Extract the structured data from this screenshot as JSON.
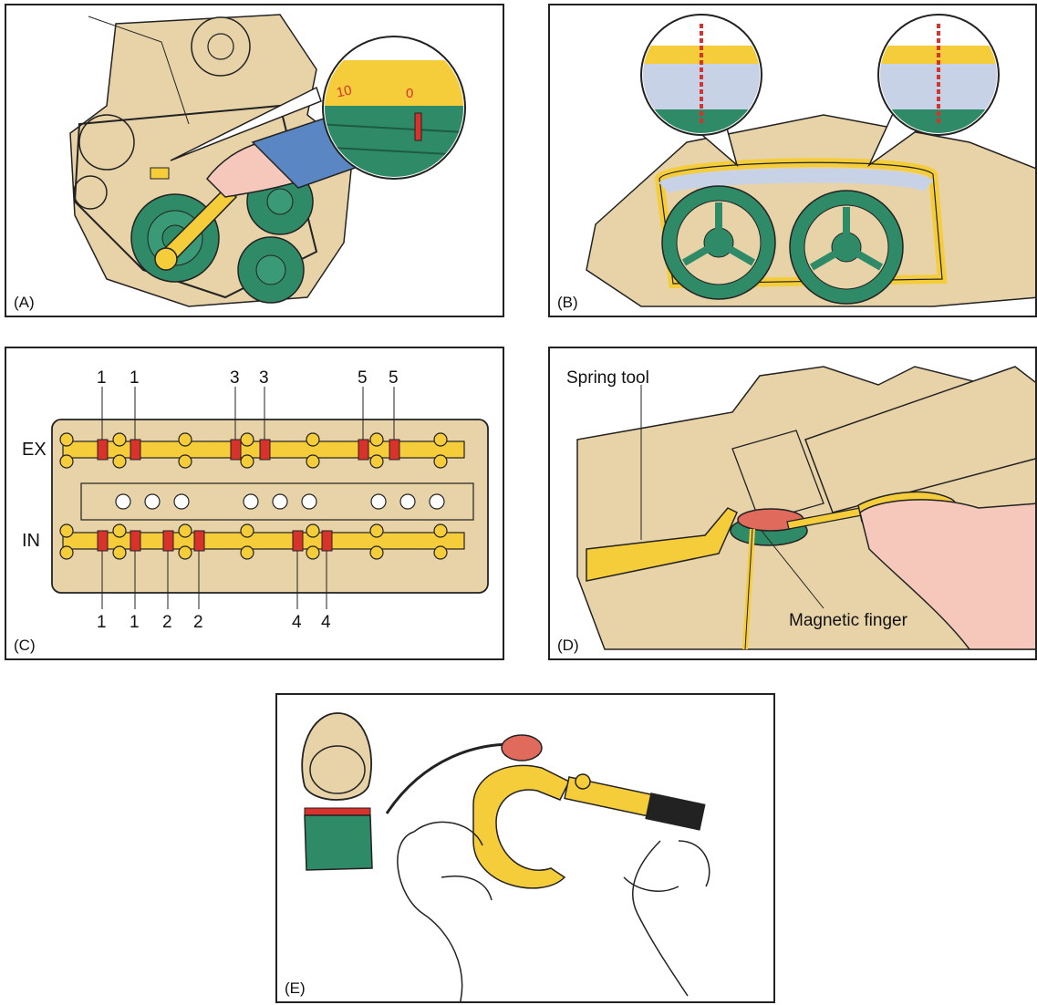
{
  "colors": {
    "engine_tan": "#e8d3a8",
    "pulley_green": "#2f8a68",
    "tool_yellow": "#f5cc3a",
    "marker_red": "#d8322c",
    "belt_blue": "#c8d2e6",
    "sleeve_blue": "#5b86c4",
    "skin_pink": "#f6c8bc",
    "shim_red": "#e06a5c",
    "outline": "#222222"
  },
  "panels": {
    "a": {
      "label": "(A)",
      "scale_10": "10",
      "scale_0": "0"
    },
    "b": {
      "label": "(B)"
    },
    "c": {
      "label": "(C)",
      "ex_label": "EX",
      "in_label": "IN",
      "top_numbers": [
        "1",
        "1",
        "3",
        "3",
        "5",
        "5"
      ],
      "bottom_numbers": [
        "1",
        "1",
        "2",
        "2",
        "4",
        "4"
      ]
    },
    "d": {
      "label": "(D)",
      "spring_tool": "Spring tool",
      "magnetic_finger": "Magnetic finger"
    },
    "e": {
      "label": "(E)"
    }
  }
}
